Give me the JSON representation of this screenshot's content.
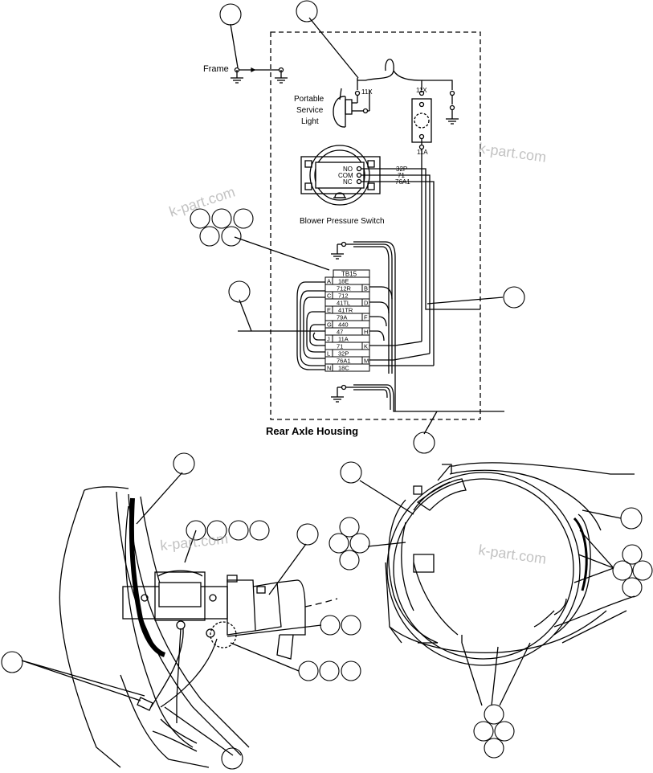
{
  "diagram": {
    "title": "Rear Axle Housing",
    "frame_label": "Frame",
    "light_label": [
      "Portable",
      "Service",
      "Light"
    ],
    "switch_label": "Blower Pressure Switch",
    "switch_terms": [
      "NO",
      "COM",
      "NC"
    ],
    "switch_wires": [
      "32P",
      "71",
      "76A1"
    ],
    "conn_labels": [
      "11X",
      "11X",
      "11A"
    ],
    "terminal_block": {
      "header": "TB15",
      "rows": [
        {
          "letter": "A",
          "wire": "18E",
          "side": "left"
        },
        {
          "letter": "B",
          "wire": "712R",
          "side": "right"
        },
        {
          "letter": "C",
          "wire": "712",
          "side": "left"
        },
        {
          "letter": "D",
          "wire": "41TL",
          "side": "right"
        },
        {
          "letter": "E",
          "wire": "41TR",
          "side": "left"
        },
        {
          "letter": "F",
          "wire": "79A",
          "side": "right"
        },
        {
          "letter": "G",
          "wire": "440",
          "side": "left"
        },
        {
          "letter": "H",
          "wire": "47",
          "side": "right"
        },
        {
          "letter": "J",
          "wire": "11A",
          "side": "left"
        },
        {
          "letter": "K",
          "wire": "71",
          "side": "right"
        },
        {
          "letter": "L",
          "wire": "32P",
          "side": "left"
        },
        {
          "letter": "M",
          "wire": "76A1",
          "side": "right"
        },
        {
          "letter": "N",
          "wire": "18C",
          "side": "left"
        }
      ]
    },
    "watermark": "k-part.com"
  }
}
